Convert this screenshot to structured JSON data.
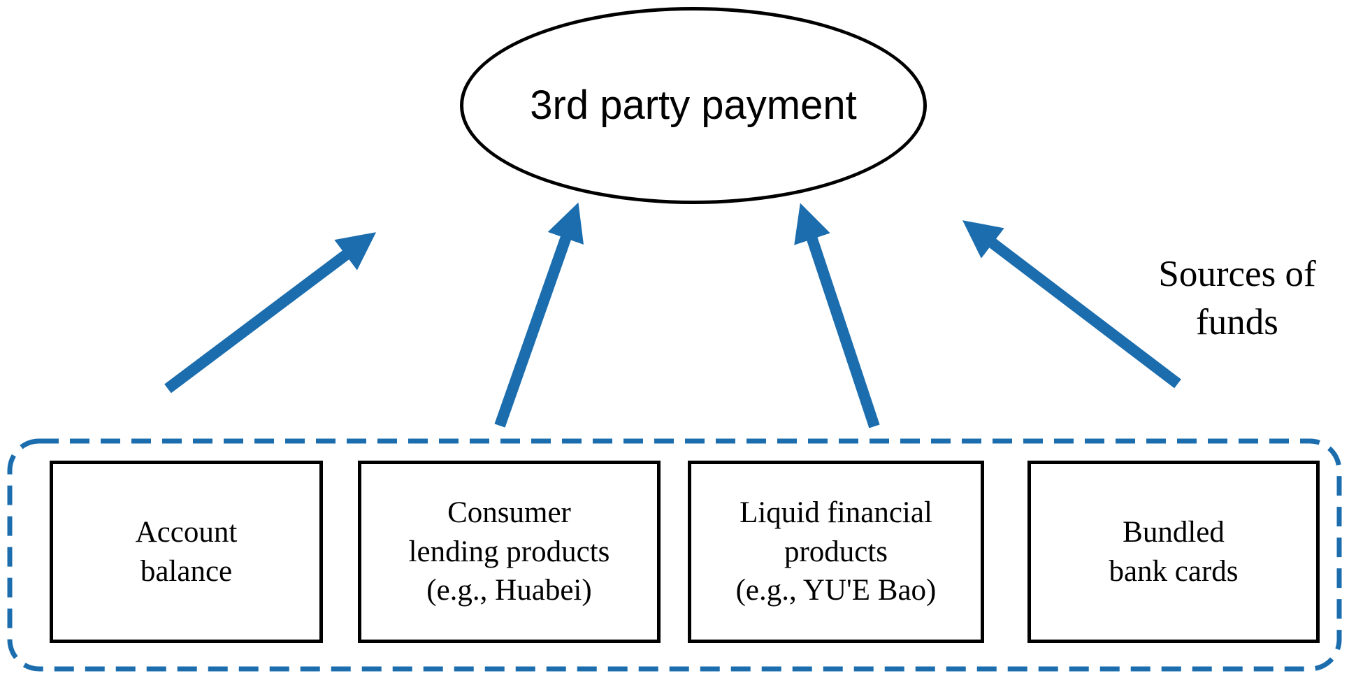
{
  "diagram": {
    "center_node": {
      "label": "3rd party payment"
    },
    "side_label": "Sources of\nfunds",
    "sources": [
      {
        "label": "Account\nbalance"
      },
      {
        "label": "Consumer\nlending products\n(e.g., Huabei)"
      },
      {
        "label": "Liquid financial\nproducts\n(e.g., YU'E Bao)"
      },
      {
        "label": "Bundled\nbank cards"
      }
    ],
    "colors": {
      "arrow": "#1B6DAE",
      "group-border": "#1B6DAE",
      "node-border": "#000000",
      "background": "#FFFFFF"
    }
  }
}
